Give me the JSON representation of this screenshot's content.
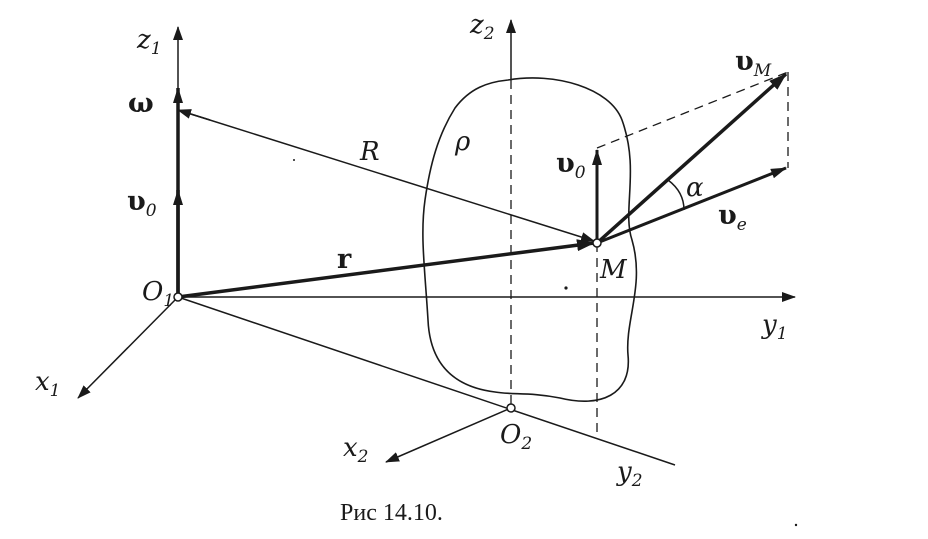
{
  "figure": {
    "caption": "Рис 14.10.",
    "labels": {
      "z1": {
        "main": "z",
        "sub": "1"
      },
      "z2": {
        "main": "z",
        "sub": "2"
      },
      "omega": {
        "main": "ω"
      },
      "v0_axis": {
        "main": "υ",
        "sub": "0"
      },
      "o1": {
        "main": "O",
        "sub": "1"
      },
      "x1": {
        "main": "x",
        "sub": "1"
      },
      "R": {
        "main": "R"
      },
      "rho": {
        "main": "ρ"
      },
      "r": {
        "main": "r"
      },
      "v0_M": {
        "main": "υ",
        "sub": "0"
      },
      "vM": {
        "main": "υ",
        "sub": "M"
      },
      "alpha": {
        "main": "α"
      },
      "ve": {
        "main": "υ",
        "sub": "e"
      },
      "M": {
        "main": "M"
      },
      "y1": {
        "main": "y",
        "sub": "1"
      },
      "o2": {
        "main": "O",
        "sub": "2"
      },
      "x2": {
        "main": "x",
        "sub": "2"
      },
      "y2": {
        "main": "y",
        "sub": "2"
      }
    }
  }
}
